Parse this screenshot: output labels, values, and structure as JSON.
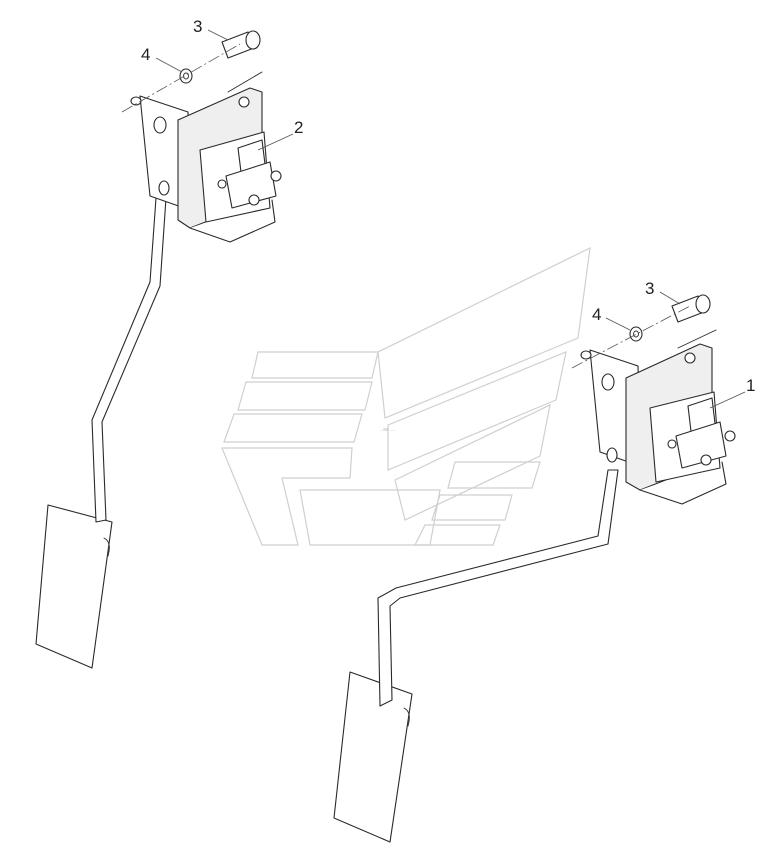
{
  "callouts": {
    "part_1": "1",
    "part_2": "2",
    "part_3_left": "3",
    "part_4_left": "4",
    "part_3_right": "3",
    "part_4_right": "4"
  },
  "watermark": {
    "stamp_text": "..so ..."
  },
  "colors": {
    "line": "#2a2a2a",
    "watermark": "#cfcfcf",
    "background": "#ffffff"
  },
  "icons": [
    "accelerator-pedal-icon",
    "pedal-position-sensor-icon",
    "bolt-icon",
    "washer-icon"
  ]
}
